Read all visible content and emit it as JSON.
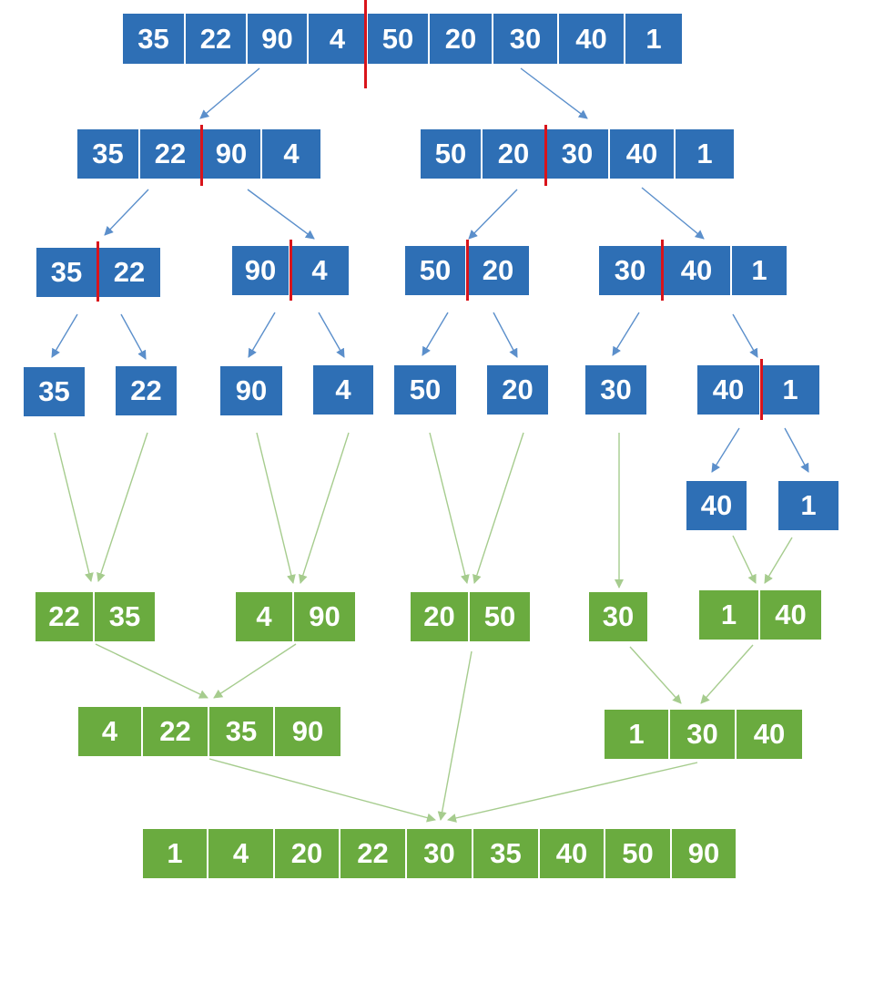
{
  "colors": {
    "split_fill": "#2e6fb5",
    "merge_fill": "#6aab3f",
    "divider": "#d9141b",
    "split_arrow": "#5b8fcb",
    "merge_arrow": "#a6cc8e"
  },
  "split": {
    "root": [
      "35",
      "22",
      "90",
      "4",
      "50",
      "20",
      "30",
      "40",
      "1"
    ],
    "l1_left": [
      "35",
      "22",
      "90",
      "4"
    ],
    "l1_right": [
      "50",
      "20",
      "30",
      "40",
      "1"
    ],
    "l2_a": [
      "35",
      "22"
    ],
    "l2_b": [
      "90",
      "4"
    ],
    "l2_c": [
      "50",
      "20"
    ],
    "l2_d": [
      "30",
      "40",
      "1"
    ],
    "l3_35": [
      "35"
    ],
    "l3_22": [
      "22"
    ],
    "l3_90": [
      "90"
    ],
    "l3_4": [
      "4"
    ],
    "l3_50": [
      "50"
    ],
    "l3_20": [
      "20"
    ],
    "l3_30": [
      "30"
    ],
    "l3_40_1": [
      "40",
      "1"
    ],
    "l4_40": [
      "40"
    ],
    "l4_1": [
      "1"
    ]
  },
  "merge": {
    "m1_a": [
      "22",
      "35"
    ],
    "m1_b": [
      "4",
      "90"
    ],
    "m1_c": [
      "20",
      "50"
    ],
    "m1_d": [
      "30"
    ],
    "m1_e": [
      "1",
      "40"
    ],
    "m2_left": [
      "4",
      "22",
      "35",
      "90"
    ],
    "m2_right": [
      "1",
      "30",
      "40"
    ],
    "result": [
      "1",
      "4",
      "20",
      "22",
      "30",
      "35",
      "40",
      "50",
      "90"
    ]
  }
}
